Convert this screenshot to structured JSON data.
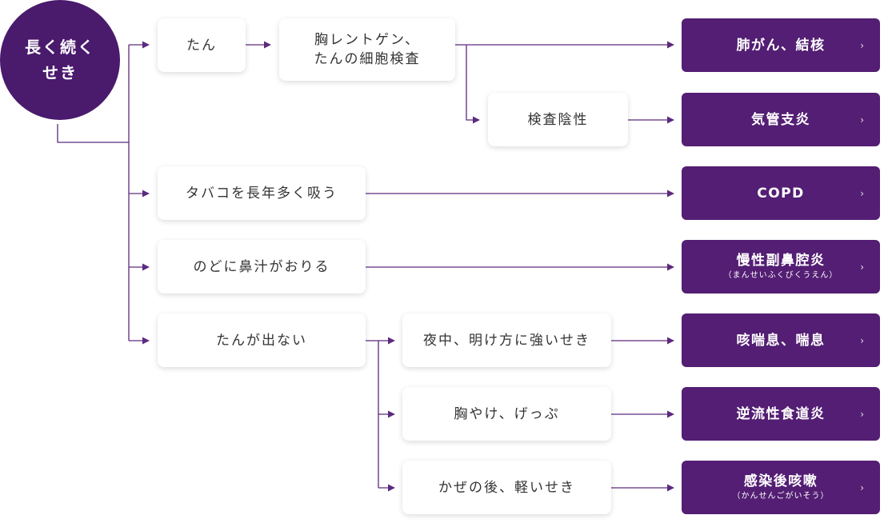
{
  "root": {
    "line1": "長く続く",
    "line2": "せき"
  },
  "symptoms": {
    "tan": "たん",
    "tabako": "タバコを長年多く吸う",
    "nodo": "のどに鼻汁がおりる",
    "tan_denai": "たんが出ない"
  },
  "tests": {
    "xray_line1": "胸レントゲン、",
    "xray_line2": "たんの細胞検査",
    "negative": "検査陰性"
  },
  "conditions": {
    "yoru": "夜中、明け方に強いせき",
    "mune": "胸やけ、げっぷ",
    "kaze": "かぜの後、軽いせき"
  },
  "diagnoses": [
    {
      "title": "肺がん、結核",
      "reading": ""
    },
    {
      "title": "気管支炎",
      "reading": ""
    },
    {
      "title": "COPD",
      "reading": ""
    },
    {
      "title": "慢性副鼻腔炎",
      "reading": "（まんせいふくびくうえん）"
    },
    {
      "title": "咳喘息、喘息",
      "reading": ""
    },
    {
      "title": "逆流性食道炎",
      "reading": ""
    },
    {
      "title": "感染後咳嗽",
      "reading": "（かんせんごがいそう）"
    }
  ],
  "chevron_icon": "chevron-right-icon",
  "colors": {
    "purple": "#531e73",
    "root_purple": "#4a1a6d",
    "line": "#5c2a7e"
  }
}
